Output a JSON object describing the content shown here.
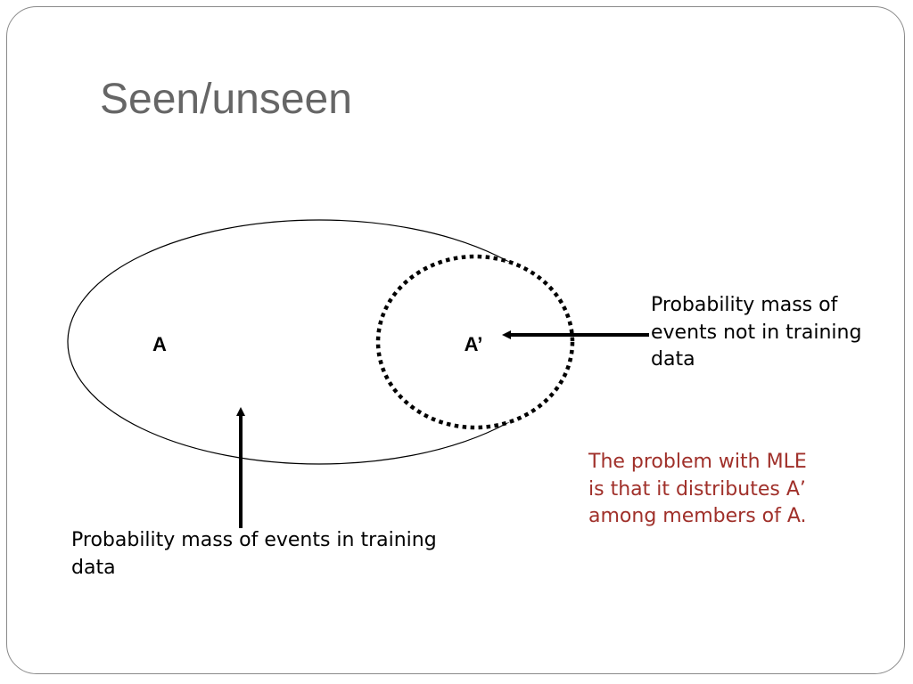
{
  "slide": {
    "title": "Seen/unseen"
  },
  "diagram": {
    "set_a_label": "A",
    "set_a_prime_label": "A’",
    "unseen_caption": "Probability mass of events not in training data",
    "seen_caption": "Probability mass of events in training data"
  },
  "note": {
    "text": "The problem with MLE is that it distributes A’ among members of A."
  },
  "colors": {
    "title": "#666666",
    "note": "#a0302a",
    "outline": "#000000"
  }
}
